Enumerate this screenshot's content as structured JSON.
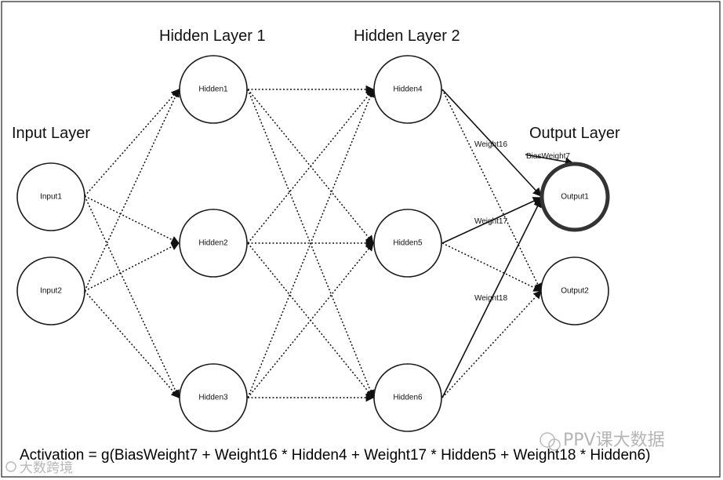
{
  "layers": {
    "input": "Input Layer",
    "hidden1": "Hidden Layer 1",
    "hidden2": "Hidden Layer 2",
    "output": "Output Layer"
  },
  "nodes": {
    "input1": "Input1",
    "input2": "Input2",
    "hidden1": "Hidden1",
    "hidden2": "Hidden2",
    "hidden3": "Hidden3",
    "hidden4": "Hidden4",
    "hidden5": "Hidden5",
    "hidden6": "Hidden6",
    "output1": "Output1",
    "output2": "Output2"
  },
  "edge_labels": {
    "weight16": "Weight16",
    "weight17": "Weight17",
    "weight18": "Weight18",
    "bias_weight7": "BiasWeight7"
  },
  "formula": "Activation = g(BiasWeight7 + Weight16 * Hidden4 + Weight17 * Hidden5 + Weight18 * Hidden6)",
  "watermark": {
    "right": "PPV课大数据",
    "left": "大数跨境"
  }
}
